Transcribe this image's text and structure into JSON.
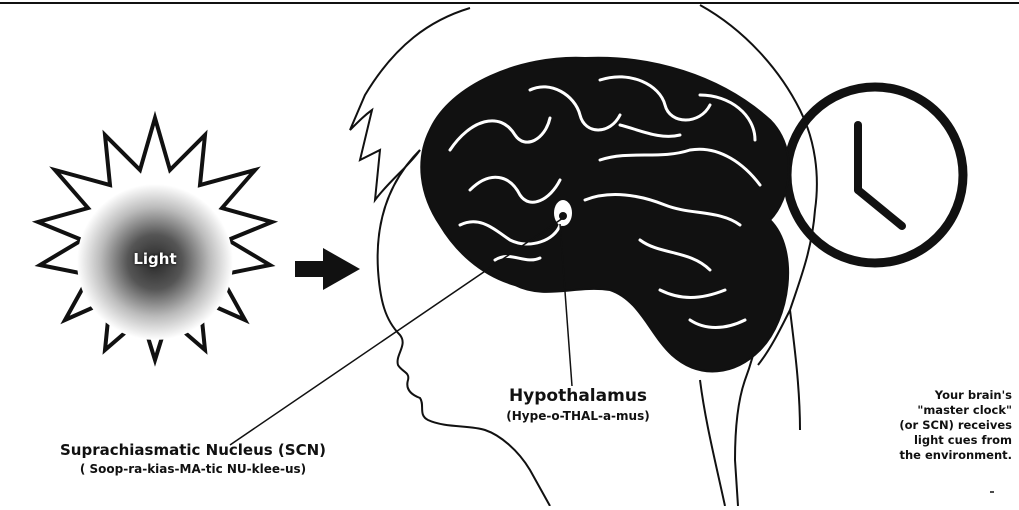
{
  "sun": {
    "label": "Light"
  },
  "hypothalamus": {
    "title": "Hypothalamus",
    "pronunciation": "(Hype-o-THAL-a-mus)"
  },
  "scn": {
    "title": "Suprachiasmatic Nucleus (SCN)",
    "pronunciation": "( Soop-ra-kias-MA-tic NU-klee-us)"
  },
  "caption": {
    "lines": [
      "Your brain's",
      "\"master clock\"",
      "(or SCN) receives",
      "light cues from",
      "the environment."
    ]
  },
  "colors": {
    "ink": "#111111",
    "background": "#ffffff"
  }
}
